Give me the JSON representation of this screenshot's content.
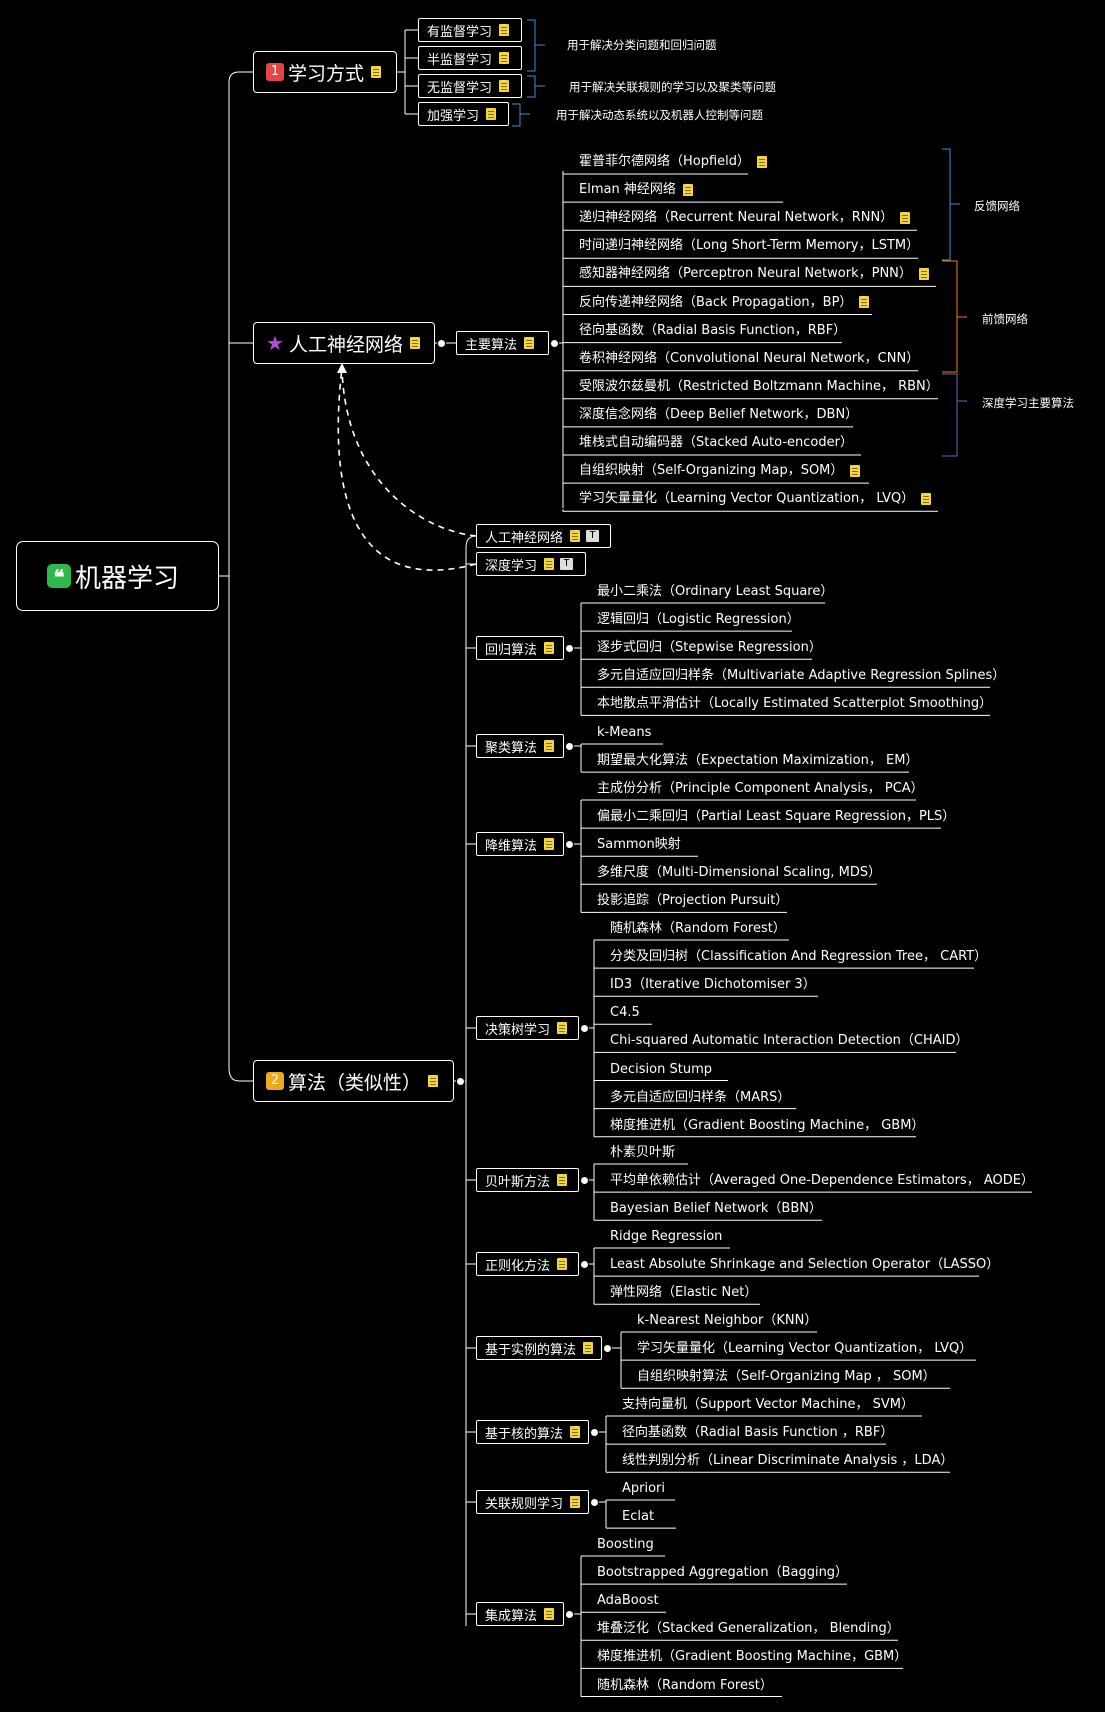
{
  "root": {
    "label": "机器学习"
  },
  "learning": {
    "label": "学习方式",
    "badge": "1",
    "badge_color": "#e64545",
    "items": [
      "有监督学习",
      "半监督学习",
      "无监督学习",
      "加强学习"
    ],
    "notes": [
      "用于解决分类问题和回归问题",
      "用于解决关联规则的学习以及聚类等问题",
      "用于解决动态系统以及机器人控制等问题"
    ]
  },
  "ann": {
    "label": "人工神经网络",
    "star_color": "#b64bd8",
    "sub": "主要算法",
    "items": [
      "霍普菲尔德网络（Hopfield）",
      "Elman 神经网络",
      "递归神经网络（Recurrent Neural Network，RNN）",
      "时间递归神经网络（Long Short-Term Memory，LSTM）",
      "感知器神经网络（Perceptron Neural Network，PNN）",
      "反向传递神经网络（Back Propagation，BP）",
      "径向基函数（Radial Basis Function，RBF）",
      "卷积神经网络（Convolutional Neural Network，CNN）",
      "受限波尔兹曼机（Restricted Boltzmann Machine， RBN）",
      "深度信念网络（Deep Belief Network，DBN）",
      "堆栈式自动编码器（Stacked Auto-encoder）",
      "自组织映射（Self-Organizing Map，SOM）",
      "学习矢量量化（Learning Vector Quantization， LVQ）"
    ],
    "groups": [
      "反馈网络",
      "前馈网络",
      "深度学习主要算法"
    ],
    "group_colors": [
      "#3a8fd6",
      "#e8801a",
      "#7a5bc2"
    ]
  },
  "algo": {
    "label": "算法（类似性）",
    "badge": "2",
    "badge_color": "#f0a81c",
    "link_ann": "人工神经网络",
    "link_deep": "深度学习",
    "link_badge": "T",
    "cats": [
      {
        "label": "回归算法",
        "items": [
          "最小二乘法（Ordinary Least Square）",
          "逻辑回归（Logistic Regression）",
          "逐步式回归（Stepwise Regression）",
          "多元自适应回归样条（Multivariate Adaptive Regression Splines）",
          "本地散点平滑估计（Locally Estimated Scatterplot Smoothing）"
        ]
      },
      {
        "label": "聚类算法",
        "items": [
          "k-Means",
          "期望最大化算法（Expectation Maximization， EM）"
        ]
      },
      {
        "label": "降维算法",
        "items": [
          "主成份分析（Principle Component Analysis， PCA）",
          "偏最小二乘回归（Partial Least Square Regression，PLS）",
          "Sammon映射",
          "多维尺度（Multi-Dimensional Scaling, MDS）",
          "投影追踪（Projection Pursuit）"
        ]
      },
      {
        "label": "决策树学习",
        "items": [
          "随机森林（Random Forest）",
          "分类及回归树（Classification And Regression Tree， CART）",
          "ID3（Iterative Dichotomiser 3）",
          "C4.5",
          "Chi-squared Automatic Interaction Detection（CHAID）",
          "Decision Stump",
          "多元自适应回归样条（MARS）",
          "梯度推进机（Gradient Boosting Machine， GBM）"
        ]
      },
      {
        "label": "贝叶斯方法",
        "items": [
          "朴素贝叶斯",
          "平均单依赖估计（Averaged One-Dependence Estimators， AODE）",
          "Bayesian Belief Network（BBN）"
        ]
      },
      {
        "label": "正则化方法",
        "items": [
          "Ridge Regression",
          "Least Absolute Shrinkage and Selection Operator（LASSO）",
          "弹性网络（Elastic Net）"
        ]
      },
      {
        "label": "基于实例的算法",
        "items": [
          "k-Nearest Neighbor（KNN）",
          "学习矢量量化（Learning Vector Quantization， LVQ）",
          "自组织映射算法（Self-Organizing Map ， SOM）"
        ]
      },
      {
        "label": "基于核的算法",
        "items": [
          "支持向量机（Support Vector Machine， SVM）",
          "径向基函数（Radial Basis Function ，RBF）",
          "线性判别分析（Linear Discriminate Analysis ，LDA）"
        ]
      },
      {
        "label": "关联规则学习",
        "items": [
          "Apriori",
          "Eclat"
        ]
      },
      {
        "label": "集成算法",
        "items": [
          "Boosting",
          "Bootstrapped Aggregation（Bagging）",
          "AdaBoost",
          "堆叠泛化（Stacked Generalization， Blending）",
          "梯度推进机（Gradient Boosting Machine，GBM）",
          "随机森林（Random Forest）"
        ]
      }
    ]
  }
}
